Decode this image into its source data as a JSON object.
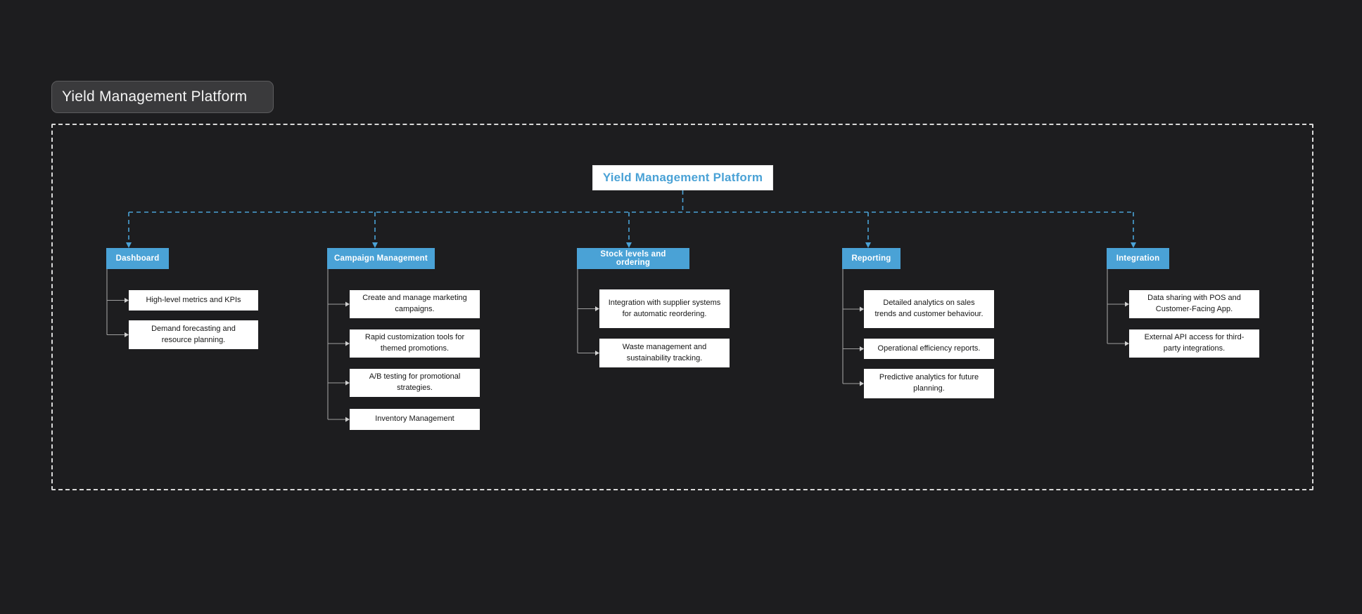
{
  "page_title": "Yield Management Platform",
  "colors": {
    "background": "#1d1d1f",
    "accent_blue": "#4aa2d6",
    "node_background": "#ffffff",
    "connector_gray": "#9f9f9f",
    "frame_dash": "#d9d9d9",
    "title_chip_background": "#3a3a3c"
  },
  "root": {
    "label": "Yield Management Platform"
  },
  "branches": [
    {
      "label": "Dashboard",
      "children": [
        "High-level metrics and KPIs",
        "Demand forecasting and resource planning."
      ]
    },
    {
      "label": "Campaign Management",
      "children": [
        "Create and manage marketing campaigns.",
        "Rapid customization tools for themed promotions.",
        "A/B testing for promotional strategies.",
        "Inventory Management"
      ]
    },
    {
      "label": "Stock levels and ordering",
      "children": [
        "Integration with supplier systems for automatic reordering.",
        "Waste management and sustainability tracking."
      ]
    },
    {
      "label": "Reporting",
      "children": [
        "Detailed analytics on sales trends and customer behaviour.",
        "Operational efficiency reports.",
        "Predictive analytics for future planning."
      ]
    },
    {
      "label": "Integration",
      "children": [
        "Data sharing with POS and Customer-Facing App.",
        "External API access for third-party integrations."
      ]
    }
  ]
}
